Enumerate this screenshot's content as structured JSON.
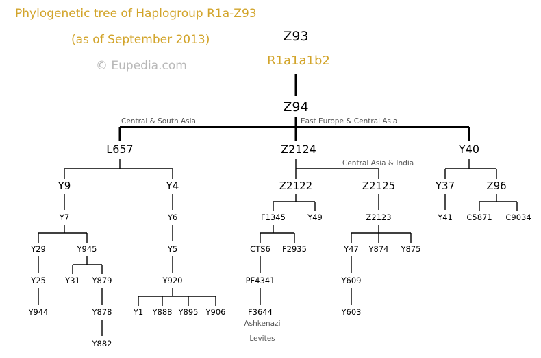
{
  "header": {
    "title_line1": "Phylogenetic tree of Haplogroup R1a-Z93",
    "title_line2": "(as of September 2013)",
    "copyright": "© Eupedia.com"
  },
  "colors": {
    "accent": "#d2a42a",
    "copyright_gray": "#b8b8b8",
    "note_gray": "#555555",
    "line": "#000000"
  },
  "tree": {
    "z93": "Z93",
    "r1a1a1b2": "R1a1a1b2",
    "z94": "Z94",
    "l657": "L657",
    "z2124": "Z2124",
    "y40": "Y40",
    "y9": "Y9",
    "y4": "Y4",
    "z2122": "Z2122",
    "z2125": "Z2125",
    "y37": "Y37",
    "z96": "Z96",
    "y7": "Y7",
    "y6": "Y6",
    "f1345": "F1345",
    "y49": "Y49",
    "z2123": "Z2123",
    "y41": "Y41",
    "c5871": "C5871",
    "c9034": "C9034",
    "y29": "Y29",
    "y945": "Y945",
    "y5": "Y5",
    "cts6": "CTS6",
    "f2935": "F2935",
    "y47": "Y47",
    "y874": "Y874",
    "y875": "Y875",
    "y25": "Y25",
    "y31": "Y31",
    "y879": "Y879",
    "y920": "Y920",
    "pf4341": "PF4341",
    "y609": "Y609",
    "y944": "Y944",
    "y878": "Y878",
    "y1": "Y1",
    "y888": "Y888",
    "y895": "Y895",
    "y906": "Y906",
    "f3644": "F3644",
    "y603": "Y603",
    "y882": "Y882"
  },
  "notes": {
    "central_south_asia": "Central & South Asia",
    "east_europe_central_asia": "East Europe & Central Asia",
    "central_asia_india": "Central Asia & India",
    "ashkenazi": "Ashkenazi",
    "levites": "Levites"
  }
}
